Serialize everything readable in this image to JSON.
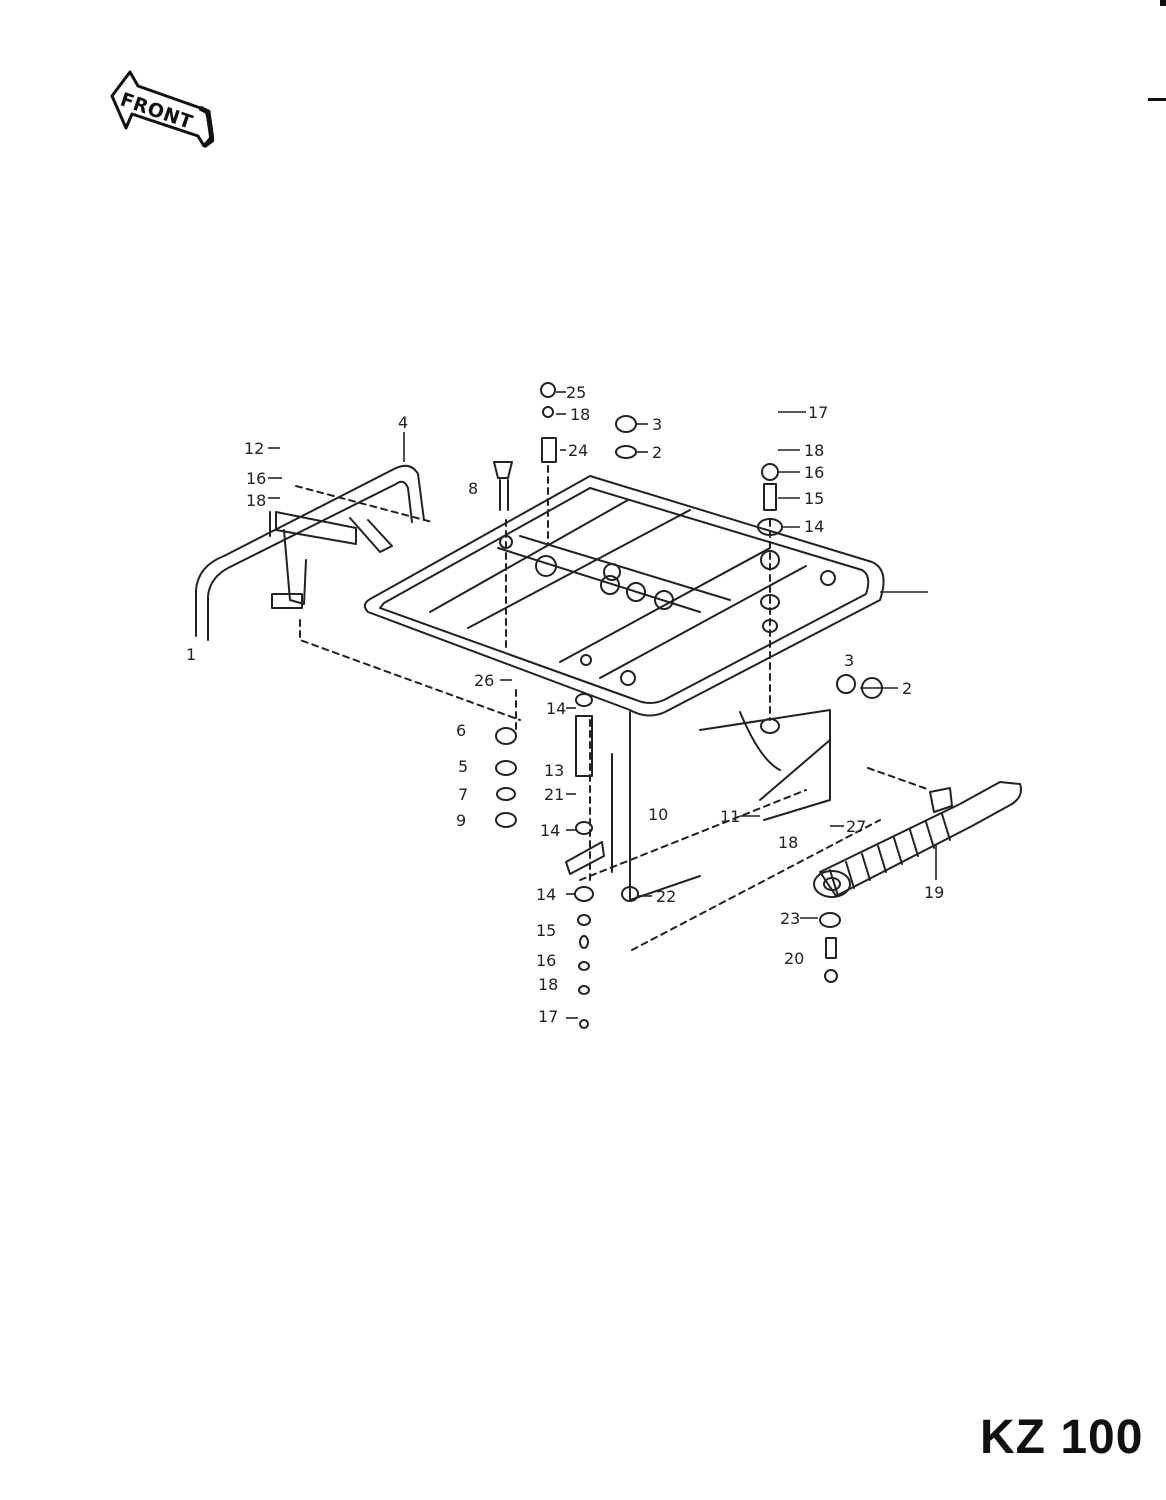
{
  "front_badge": {
    "text": "FRONT",
    "icon": "front-arrow-icon"
  },
  "model_label": "KZ 100",
  "callouts": [
    "1",
    "2",
    "2",
    "3",
    "3",
    "4",
    "5",
    "6",
    "7",
    "8",
    "9",
    "10",
    "11",
    "12",
    "13",
    "14",
    "14",
    "14",
    "14",
    "15",
    "15",
    "16",
    "16",
    "16",
    "17",
    "17",
    "18",
    "18",
    "18",
    "18",
    "19",
    "20",
    "21",
    "22",
    "23",
    "24",
    "25",
    "26",
    "27"
  ]
}
